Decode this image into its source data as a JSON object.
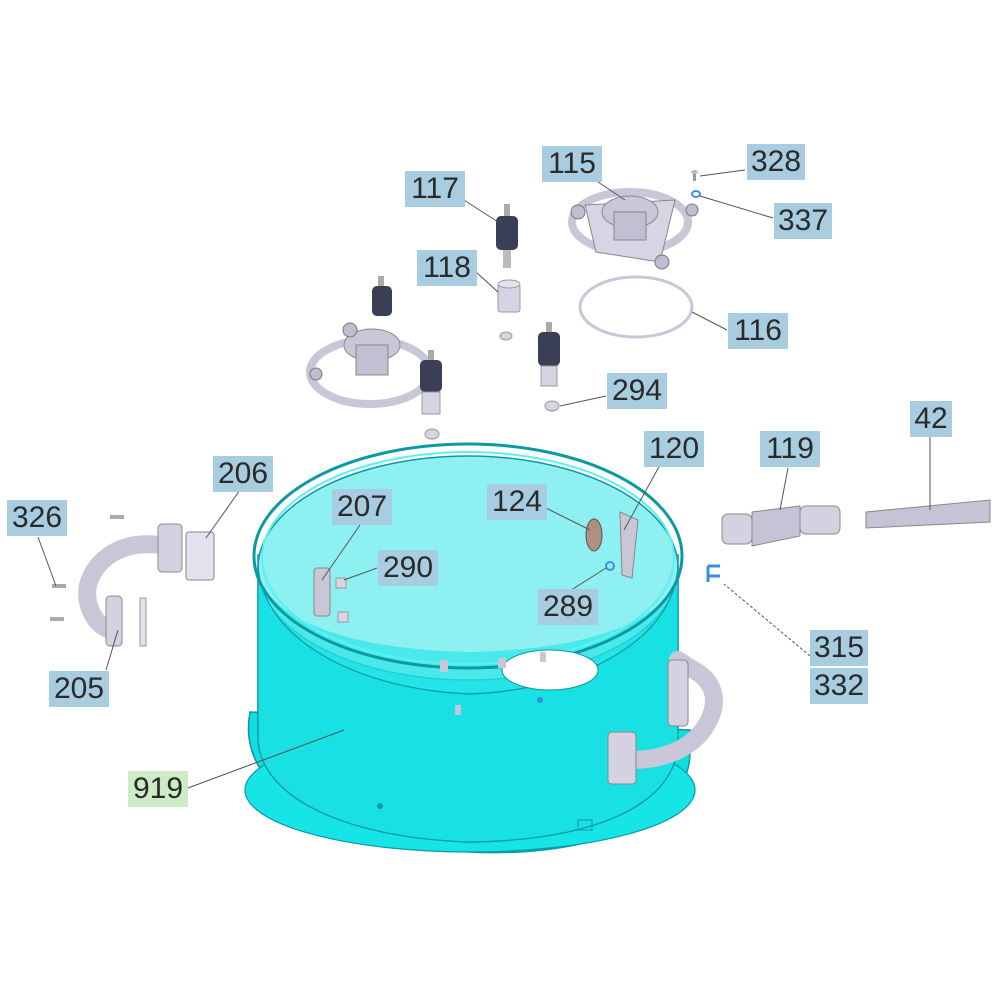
{
  "parts": {
    "p328": "328",
    "p115": "115",
    "p117": "117",
    "p337": "337",
    "p118": "118",
    "p116": "116",
    "p294": "294",
    "p42": "42",
    "p206": "206",
    "p120": "120",
    "p119": "119",
    "p326": "326",
    "p124": "124",
    "p207": "207",
    "p290": "290",
    "p289": "289",
    "p315": "315",
    "p332": "332",
    "p205": "205",
    "p919": "919"
  },
  "colors": {
    "tub": "#12dde0",
    "tub_dark": "#0cc6cc",
    "tub_inner": "#9df3f3",
    "part_grey": "#c9c6d8",
    "rubber": "#3a3f55",
    "label_blue": "#a9cde0",
    "label_green": "#cdebc6",
    "clip_blue": "#3a8fe0"
  }
}
